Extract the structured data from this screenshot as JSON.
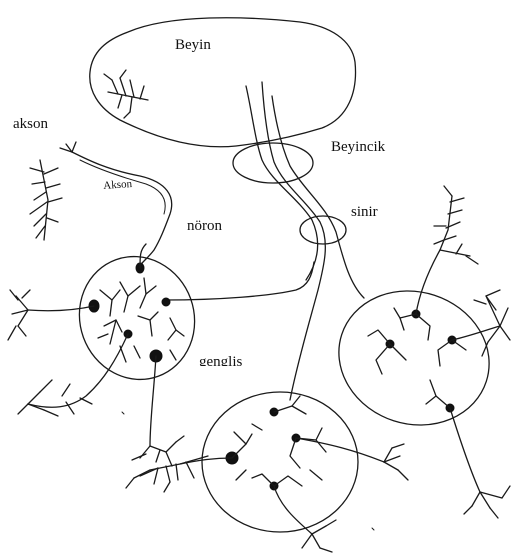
{
  "labels": {
    "beyin": "Beyin",
    "beyincik": "Beyincik",
    "sinir": "sinir",
    "akson": "akson",
    "akson_on_fiber": "Akson",
    "noron": "nöron",
    "genglis": "genglis"
  },
  "colors": {
    "ink": "#1a1a1a",
    "paper": "#ffffff"
  }
}
